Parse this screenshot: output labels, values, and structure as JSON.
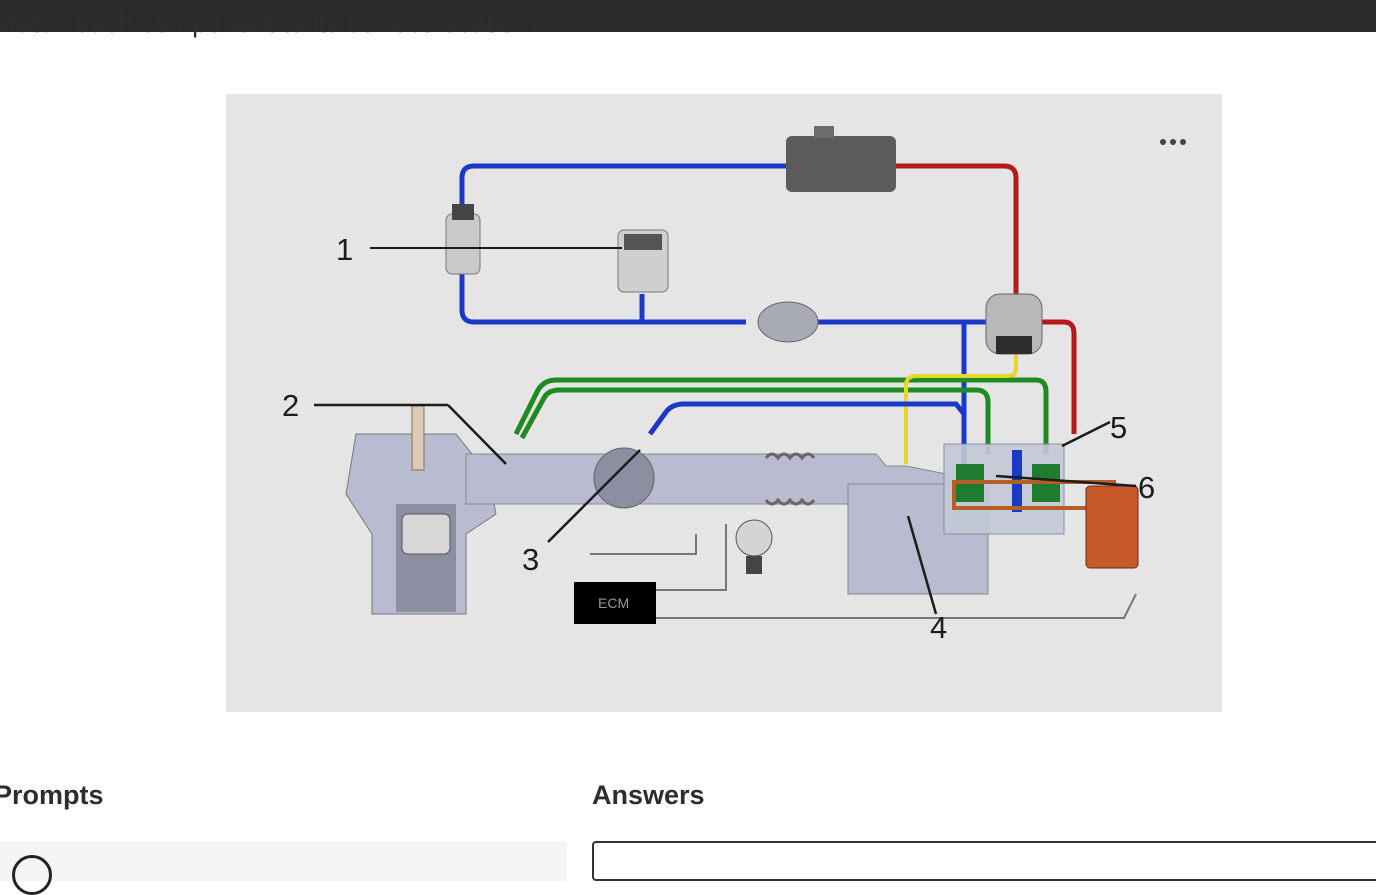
{
  "instruction": "Match each component to its correct location.",
  "figure": {
    "menu_icon": "more-horizontal-icon",
    "callouts": [
      "1",
      "2",
      "3",
      "4",
      "5",
      "6"
    ],
    "ecm_label": "ECM"
  },
  "sections": {
    "prompts_title": "Prompts",
    "answers_title": "Answers"
  }
}
